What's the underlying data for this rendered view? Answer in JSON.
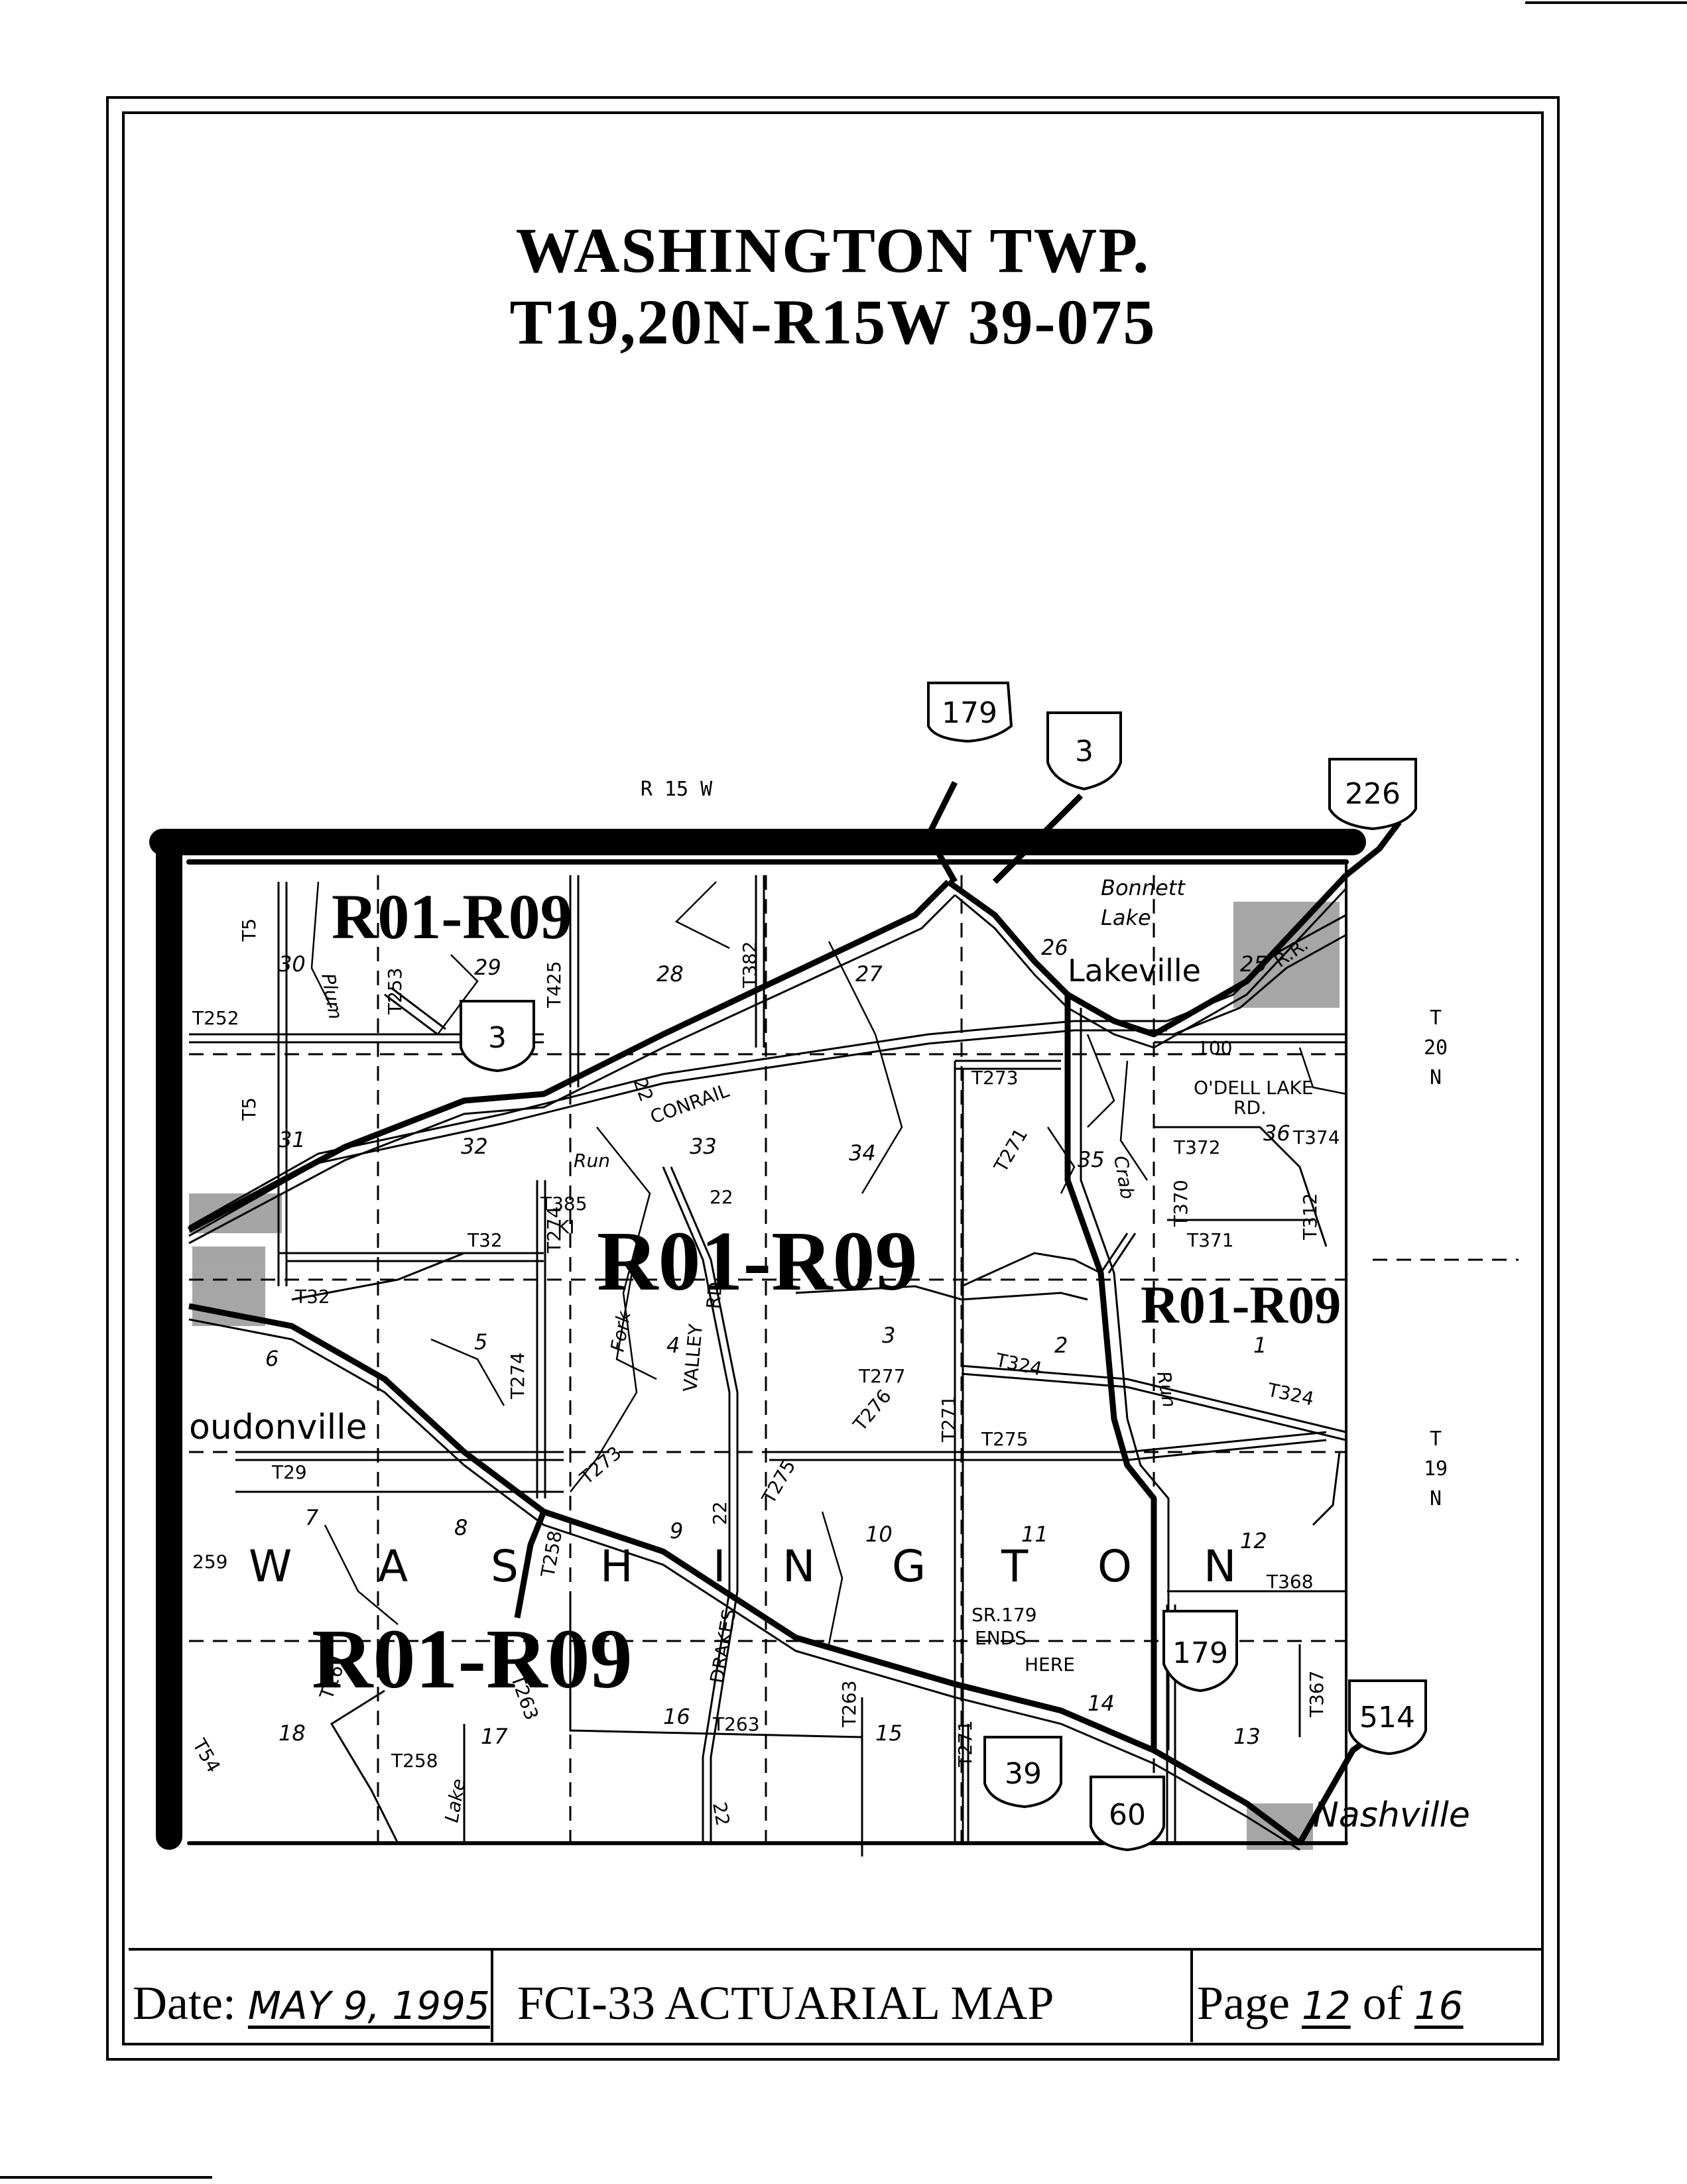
{
  "title": {
    "line1": "WASHINGTON TWP.",
    "line2": "T19,20N-R15W   39-075"
  },
  "map": {
    "range_label": "R 15 W",
    "township_north": {
      "t": "T",
      "n": "20",
      "dir": "N"
    },
    "township_south": {
      "t": "T",
      "n": "19",
      "dir": "N"
    },
    "rating_zone": "R01-R09",
    "township_name_letters": [
      "W",
      "A",
      "S",
      "H",
      "I",
      "N",
      "G",
      "T",
      "O",
      "N"
    ],
    "places": {
      "lakeville": "Lakeville",
      "loudonville": "oudonville",
      "nashville": "Nashville",
      "bonnett_lake": "Bonnett",
      "bonnett_lake_2": "Lake"
    },
    "highway_shields": {
      "sr179_north": "179",
      "sr3_north": "3",
      "sr226": "226",
      "sr3_mid": "3",
      "sr179_south": "179",
      "sr514": "514",
      "sr39": "39",
      "sr60": "60"
    },
    "roads": {
      "t252": "T252",
      "t5a": "T5",
      "t5b": "T5",
      "t253": "T253",
      "t425": "T425",
      "t382": "T382",
      "t273a": "T273",
      "t271": "T271",
      "t372": "T372",
      "t370": "T370",
      "t374": "T374",
      "t371": "T371",
      "t312": "T312",
      "t385": "T385",
      "t274a": "T274",
      "t274b": "T274",
      "t32a": "T32",
      "t32b": "T32",
      "t277": "T277",
      "t276": "T276",
      "t271b": "T271",
      "t275a": "T275",
      "t275b": "T275",
      "t324a": "T324",
      "t324b": "T324",
      "t368": "T368",
      "t258a": "T258",
      "t258b": "T258",
      "t263a": "T263",
      "t263b": "T263",
      "t263c": "T263",
      "t367": "T367",
      "t271c": "T271",
      "t259": "259",
      "t29": "T29",
      "t100": "100",
      "t273b": "T273",
      "t54": "T54",
      "t161": "T161",
      "odell1": "O'DELL LAKE",
      "odell2": "RD.",
      "conrail": "CONRAIL",
      "rr": "R.R.",
      "run1": "Run",
      "run2": "Run",
      "crab": "Crab",
      "fork": "Fork",
      "valley": "VALLEY",
      "rd": "RD.",
      "drakes": "DRAKES",
      "lake": "Lake",
      "kick": "KI",
      "plum": "Plum",
      "n22a": "22",
      "n22b": "22",
      "n22c": "22",
      "n22d": "22",
      "sr179_ends_1": "SR.179",
      "sr179_ends_2": "ENDS",
      "sr179_ends_3": "HERE"
    },
    "sections": [
      "30",
      "29",
      "28",
      "27",
      "26",
      "25",
      "31",
      "32",
      "33",
      "34",
      "35",
      "36",
      "6",
      "5",
      "4",
      "3",
      "2",
      "1",
      "7",
      "8",
      "9",
      "10",
      "11",
      "12",
      "18",
      "17",
      "16",
      "15",
      "14",
      "13"
    ]
  },
  "footer": {
    "date_label": "Date:",
    "date_value": "MAY 9, 1995",
    "map_title": "FCI-33 ACTUARIAL MAP",
    "page_label": "Page",
    "page_number": "12",
    "page_of": "of",
    "page_total": "16"
  }
}
